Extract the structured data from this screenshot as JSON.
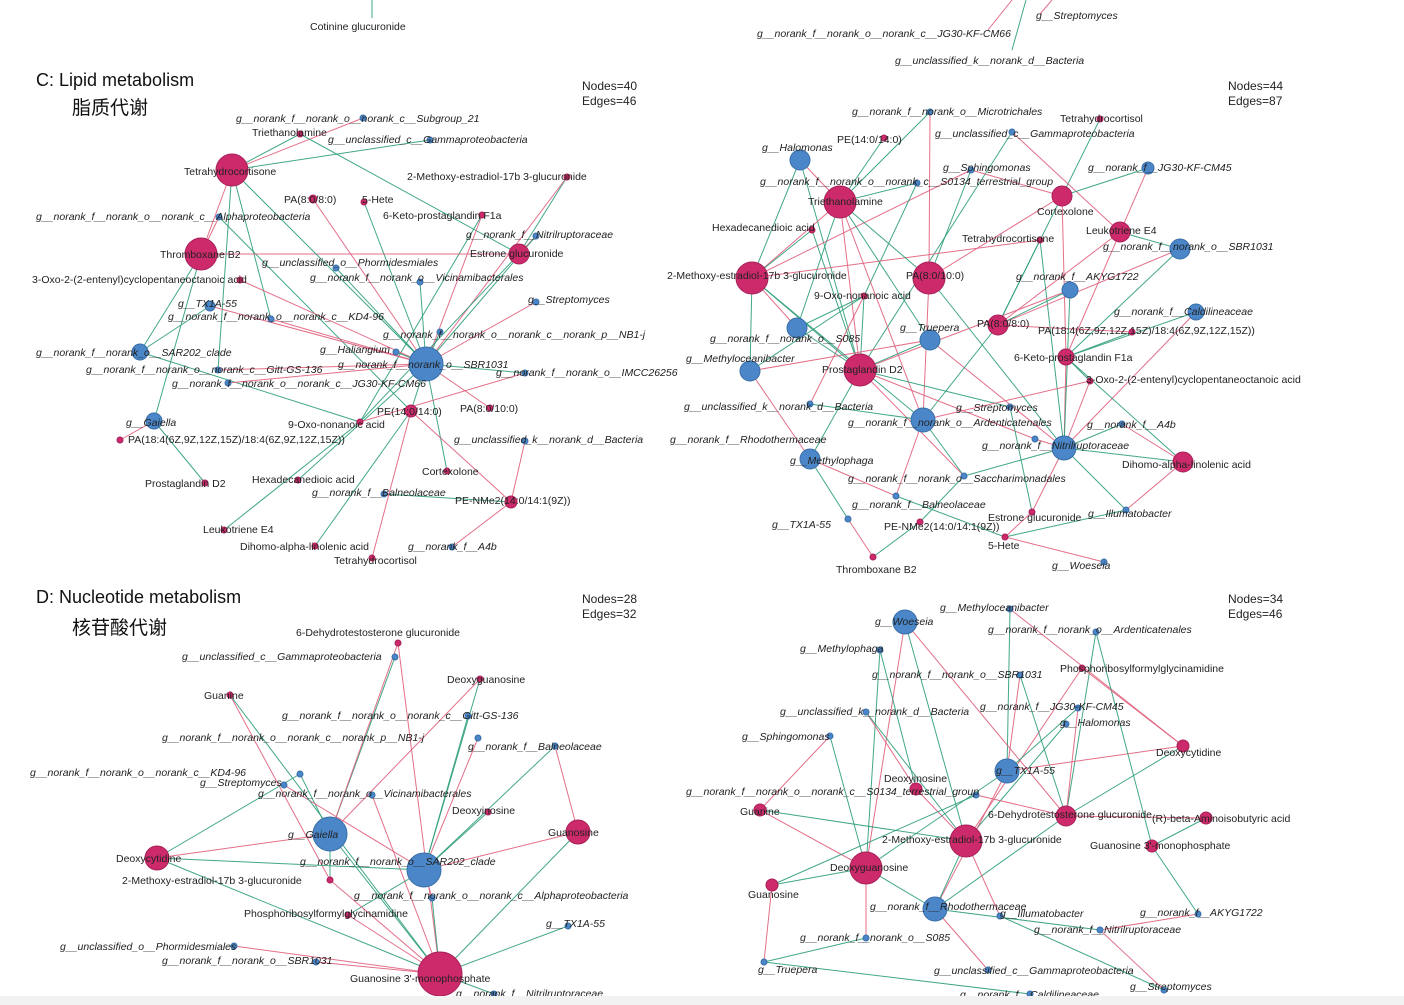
{
  "top_fragments": {
    "left_label": "Cotinine glucuronide",
    "right_label_1": "g__Streptomyces",
    "right_label_2": "g__norank_f__norank_o__norank_c__JG30-KF-CM66",
    "right_label_3": "g__unclassified_k__norank_d__Bacteria"
  },
  "panel_c": {
    "title": "C: Lipid metabolism",
    "title_cn": "脂质代谢",
    "left_stats": {
      "nodes": "Nodes=40",
      "edges": "Edges=46"
    },
    "right_stats": {
      "nodes": "Nodes=44",
      "edges": "Edges=87"
    }
  },
  "panel_d": {
    "title": "D: Nucleotide metabolism",
    "title_cn": "核苷酸代谢",
    "left_stats": {
      "nodes": "Nodes=28",
      "edges": "Edges=32"
    },
    "right_stats": {
      "nodes": "Nodes=34",
      "edges": "Edges=46"
    }
  },
  "networks": {
    "c_left": {
      "nodes": [
        {
          "label": "g__norank_f__norank_o__norank_c__Subgroup_21",
          "type": "tax"
        },
        {
          "label": "Triethanolamine",
          "type": "met"
        },
        {
          "label": "g__unclassified_c__Gammaproteobacteria",
          "type": "tax"
        },
        {
          "label": "Tetrahydrocortisone",
          "type": "met"
        },
        {
          "label": "2-Methoxy-estradiol-17b 3-glucuronide",
          "type": "met"
        },
        {
          "label": "PA(8:0/8:0)",
          "type": "met"
        },
        {
          "label": "5-Hete",
          "type": "met"
        },
        {
          "label": "6-Keto-prostaglandin F1a",
          "type": "met"
        },
        {
          "label": "g__norank_f__norank_o__norank_c__Alphaproteobacteria",
          "type": "tax"
        },
        {
          "label": "g__norank_f__Nitrilruptoraceae",
          "type": "tax"
        },
        {
          "label": "Thromboxane B2",
          "type": "met"
        },
        {
          "label": "g__unclassified_o__Phormidesmiales",
          "type": "tax"
        },
        {
          "label": "Estrone glucuronide",
          "type": "met"
        },
        {
          "label": "3-Oxo-2-(2-entenyl)cyclopentaneoctanoic acid",
          "type": "met"
        },
        {
          "label": "g__norank_f__norank_o__Vicinamibacterales",
          "type": "tax"
        },
        {
          "label": "g__TX1A-55",
          "type": "tax"
        },
        {
          "label": "g__Streptomyces",
          "type": "tax"
        },
        {
          "label": "g__norank_f__norank_o__norank_c__KD4-96",
          "type": "tax"
        },
        {
          "label": "g__norank_f__norank_o__norank_c__norank_p__NB1-j",
          "type": "tax"
        },
        {
          "label": "g__norank_f__norank_o__SAR202_clade",
          "type": "tax"
        },
        {
          "label": "g__Haliangium",
          "type": "tax"
        },
        {
          "label": "g__norank_f__norank_o__norank_c__Gitt-GS-136",
          "type": "tax"
        },
        {
          "label": "g__norank_f__norank_o__SBR1031",
          "type": "tax"
        },
        {
          "label": "g__norank_f__norank_o__IMCC26256",
          "type": "tax"
        },
        {
          "label": "g__norank_f__norank_o__norank_c__JG30-KF-CM66",
          "type": "tax"
        },
        {
          "label": "g__Gaiella",
          "type": "tax"
        },
        {
          "label": "9-Oxo-nonanoic acid",
          "type": "met"
        },
        {
          "label": "PE(14:0/14:0)",
          "type": "met"
        },
        {
          "label": "PA(8:0/10:0)",
          "type": "met"
        },
        {
          "label": "PA(18:4(6Z,9Z,12Z,15Z)/18:4(6Z,9Z,12Z,15Z))",
          "type": "met"
        },
        {
          "label": "g__unclassified_k__norank_d__Bacteria",
          "type": "tax"
        },
        {
          "label": "Cortexolone",
          "type": "met"
        },
        {
          "label": "Prostaglandin D2",
          "type": "met"
        },
        {
          "label": "Hexadecanedioic acid",
          "type": "met"
        },
        {
          "label": "g__norank_f__Balneolaceae",
          "type": "tax"
        },
        {
          "label": "PE-NMe2(14:0/14:1(9Z))",
          "type": "met"
        },
        {
          "label": "Leukotriene E4",
          "type": "met"
        },
        {
          "label": "Dihomo-alpha-linolenic acid",
          "type": "met"
        },
        {
          "label": "g__norank_f__A4b",
          "type": "tax"
        },
        {
          "label": "Tetrahydrocortisol",
          "type": "met"
        }
      ]
    },
    "c_right": {
      "nodes": [
        {
          "label": "g__norank_f__norank_o__Microtrichales",
          "type": "tax"
        },
        {
          "label": "Tetrahydrocortisol",
          "type": "met"
        },
        {
          "label": "PE(14:0/14:0)",
          "type": "met"
        },
        {
          "label": "g__unclassified_c__Gammaproteobacteria",
          "type": "tax"
        },
        {
          "label": "g__Halomonas",
          "type": "tax"
        },
        {
          "label": "g__Sphingomonas",
          "type": "tax"
        },
        {
          "label": "g__norank_f__JG30-KF-CM45",
          "type": "tax"
        },
        {
          "label": "g__norank_f__norank_o__norank_c__S0134_terrestrial_group",
          "type": "tax"
        },
        {
          "label": "Triethanolamine",
          "type": "met"
        },
        {
          "label": "Cortexolone",
          "type": "met"
        },
        {
          "label": "Hexadecanedioic acid",
          "type": "met"
        },
        {
          "label": "Leukotriene E4",
          "type": "met"
        },
        {
          "label": "Tetrahydrocortisone",
          "type": "met"
        },
        {
          "label": "g__norank_f__norank_o__SBR1031",
          "type": "tax"
        },
        {
          "label": "2-Methoxy-estradiol-17b 3-glucuronide",
          "type": "met"
        },
        {
          "label": "PA(8:0/10:0)",
          "type": "met"
        },
        {
          "label": "g__norank_f__AKYG1722",
          "type": "tax"
        },
        {
          "label": "9-Oxo-nonanoic acid",
          "type": "met"
        },
        {
          "label": "g__norank_f__Caldilineaceae",
          "type": "tax"
        },
        {
          "label": "g__Truepera",
          "type": "tax"
        },
        {
          "label": "PA(8:0/8:0)",
          "type": "met"
        },
        {
          "label": "PA(18:4(6Z,9Z,12Z,15Z)/18:4(6Z,9Z,12Z,15Z))",
          "type": "met"
        },
        {
          "label": "g__norank_f__norank_o__S085",
          "type": "tax"
        },
        {
          "label": "g__Methyloceanibacter",
          "type": "tax"
        },
        {
          "label": "6-Keto-prostaglandin F1a",
          "type": "met"
        },
        {
          "label": "Prostaglandin D2",
          "type": "met"
        },
        {
          "label": "3-Oxo-2-(2-entenyl)cyclopentaneoctanoic acid",
          "type": "met"
        },
        {
          "label": "g__unclassified_k__norank_d__Bacteria",
          "type": "tax"
        },
        {
          "label": "g__Streptomyces",
          "type": "tax"
        },
        {
          "label": "g__norank_f__norank_o__Ardenticatenales",
          "type": "tax"
        },
        {
          "label": "g__norank_f__A4b",
          "type": "tax"
        },
        {
          "label": "g__norank_f__Rhodothermaceae",
          "type": "tax"
        },
        {
          "label": "g__norank_f__Nitrilruptoraceae",
          "type": "tax"
        },
        {
          "label": "g__Methylophaga",
          "type": "tax"
        },
        {
          "label": "Dihomo-alpha-linolenic acid",
          "type": "met"
        },
        {
          "label": "g__norank_f__norank_o__Saccharimonadales",
          "type": "tax"
        },
        {
          "label": "g__norank_f__Balneolaceae",
          "type": "tax"
        },
        {
          "label": "Estrone glucuronide",
          "type": "met"
        },
        {
          "label": "g__Illumatobacter",
          "type": "tax"
        },
        {
          "label": "g__TX1A-55",
          "type": "tax"
        },
        {
          "label": "PE-NMe2(14:0/14:1(9Z))",
          "type": "met"
        },
        {
          "label": "5-Hete",
          "type": "met"
        },
        {
          "label": "Thromboxane B2",
          "type": "met"
        },
        {
          "label": "g__Woeseia",
          "type": "tax"
        }
      ]
    },
    "d_left": {
      "nodes": [
        {
          "label": "6-Dehydrotestosterone glucuronide",
          "type": "met"
        },
        {
          "label": "g__unclassified_c__Gammaproteobacteria",
          "type": "tax"
        },
        {
          "label": "Deoxyguanosine",
          "type": "met"
        },
        {
          "label": "Guanine",
          "type": "met"
        },
        {
          "label": "g__norank_f__norank_o__norank_c__Gitt-GS-136",
          "type": "tax"
        },
        {
          "label": "g__norank_f__norank_o__norank_c__norank_p__NB1-j",
          "type": "tax"
        },
        {
          "label": "g__norank_f__Balneolaceae",
          "type": "tax"
        },
        {
          "label": "g__norank_f__norank_o__norank_c__KD4-96",
          "type": "tax"
        },
        {
          "label": "g__Streptomyces",
          "type": "tax"
        },
        {
          "label": "g__norank_f__norank_o__Vicinamibacterales",
          "type": "tax"
        },
        {
          "label": "Deoxyinosine",
          "type": "met"
        },
        {
          "label": "g__Gaiella",
          "type": "tax"
        },
        {
          "label": "Guanosine",
          "type": "met"
        },
        {
          "label": "Deoxycytidine",
          "type": "met"
        },
        {
          "label": "g__norank_f__norank_o__SAR202_clade",
          "type": "tax"
        },
        {
          "label": "2-Methoxy-estradiol-17b 3-glucuronide",
          "type": "met"
        },
        {
          "label": "g__norank_f__norank_o__norank_c__Alphaproteobacteria",
          "type": "tax"
        },
        {
          "label": "Phosphoribosylformylglycinamidine",
          "type": "met"
        },
        {
          "label": "g__TX1A-55",
          "type": "tax"
        },
        {
          "label": "g__unclassified_o__Phormidesmiales",
          "type": "tax"
        },
        {
          "label": "g__norank_f__norank_o__SBR1031",
          "type": "tax"
        },
        {
          "label": "Guanosine 3'-monophosphate",
          "type": "met"
        },
        {
          "label": "g__norank_f__Nitrilruptoraceae",
          "type": "tax"
        }
      ]
    },
    "d_right": {
      "nodes": [
        {
          "label": "g__Methyloceanibacter",
          "type": "tax"
        },
        {
          "label": "g__Woeseia",
          "type": "tax"
        },
        {
          "label": "g__norank_f__norank_o__Ardenticatenales",
          "type": "tax"
        },
        {
          "label": "g__Methylophaga",
          "type": "tax"
        },
        {
          "label": "Phosphoribosylformylglycinamidine",
          "type": "met"
        },
        {
          "label": "g__norank_f__norank_o__SBR1031",
          "type": "tax"
        },
        {
          "label": "g__unclassified_k__norank_d__Bacteria",
          "type": "tax"
        },
        {
          "label": "g__norank_f__JG30-KF-CM45",
          "type": "tax"
        },
        {
          "label": "g__Halomonas",
          "type": "tax"
        },
        {
          "label": "g__Sphingomonas",
          "type": "tax"
        },
        {
          "label": "Deoxycytidine",
          "type": "met"
        },
        {
          "label": "Deoxyinosine",
          "type": "met"
        },
        {
          "label": "g__TX1A-55",
          "type": "tax"
        },
        {
          "label": "g__norank_f__norank_o__norank_c__S0134_terrestrial_group",
          "type": "tax"
        },
        {
          "label": "Guanine",
          "type": "met"
        },
        {
          "label": "6-Dehydrotestosterone glucuronide",
          "type": "met"
        },
        {
          "label": "(R)-beta-Aminoisobutyric acid",
          "type": "met"
        },
        {
          "label": "2-Methoxy-estradiol-17b 3-glucuronide",
          "type": "met"
        },
        {
          "label": "Guanosine 3'-monophosphate",
          "type": "met"
        },
        {
          "label": "Deoxyguanosine",
          "type": "met"
        },
        {
          "label": "Guanosine",
          "type": "met"
        },
        {
          "label": "g__norank_f__Rhodothermaceae",
          "type": "tax"
        },
        {
          "label": "g__Illumatobacter",
          "type": "tax"
        },
        {
          "label": "g__norank_f__AKYG1722",
          "type": "tax"
        },
        {
          "label": "g__norank_f__norank_o__S085",
          "type": "tax"
        },
        {
          "label": "g__norank_f__Nitrilruptoraceae",
          "type": "tax"
        },
        {
          "label": "g__Truepera",
          "type": "tax"
        },
        {
          "label": "g__unclassified_c__Gammaproteobacteria",
          "type": "tax"
        },
        {
          "label": "g__Streptomyces",
          "type": "tax"
        },
        {
          "label": "g__norank_f__Caldilineaceae",
          "type": "tax"
        }
      ]
    }
  }
}
